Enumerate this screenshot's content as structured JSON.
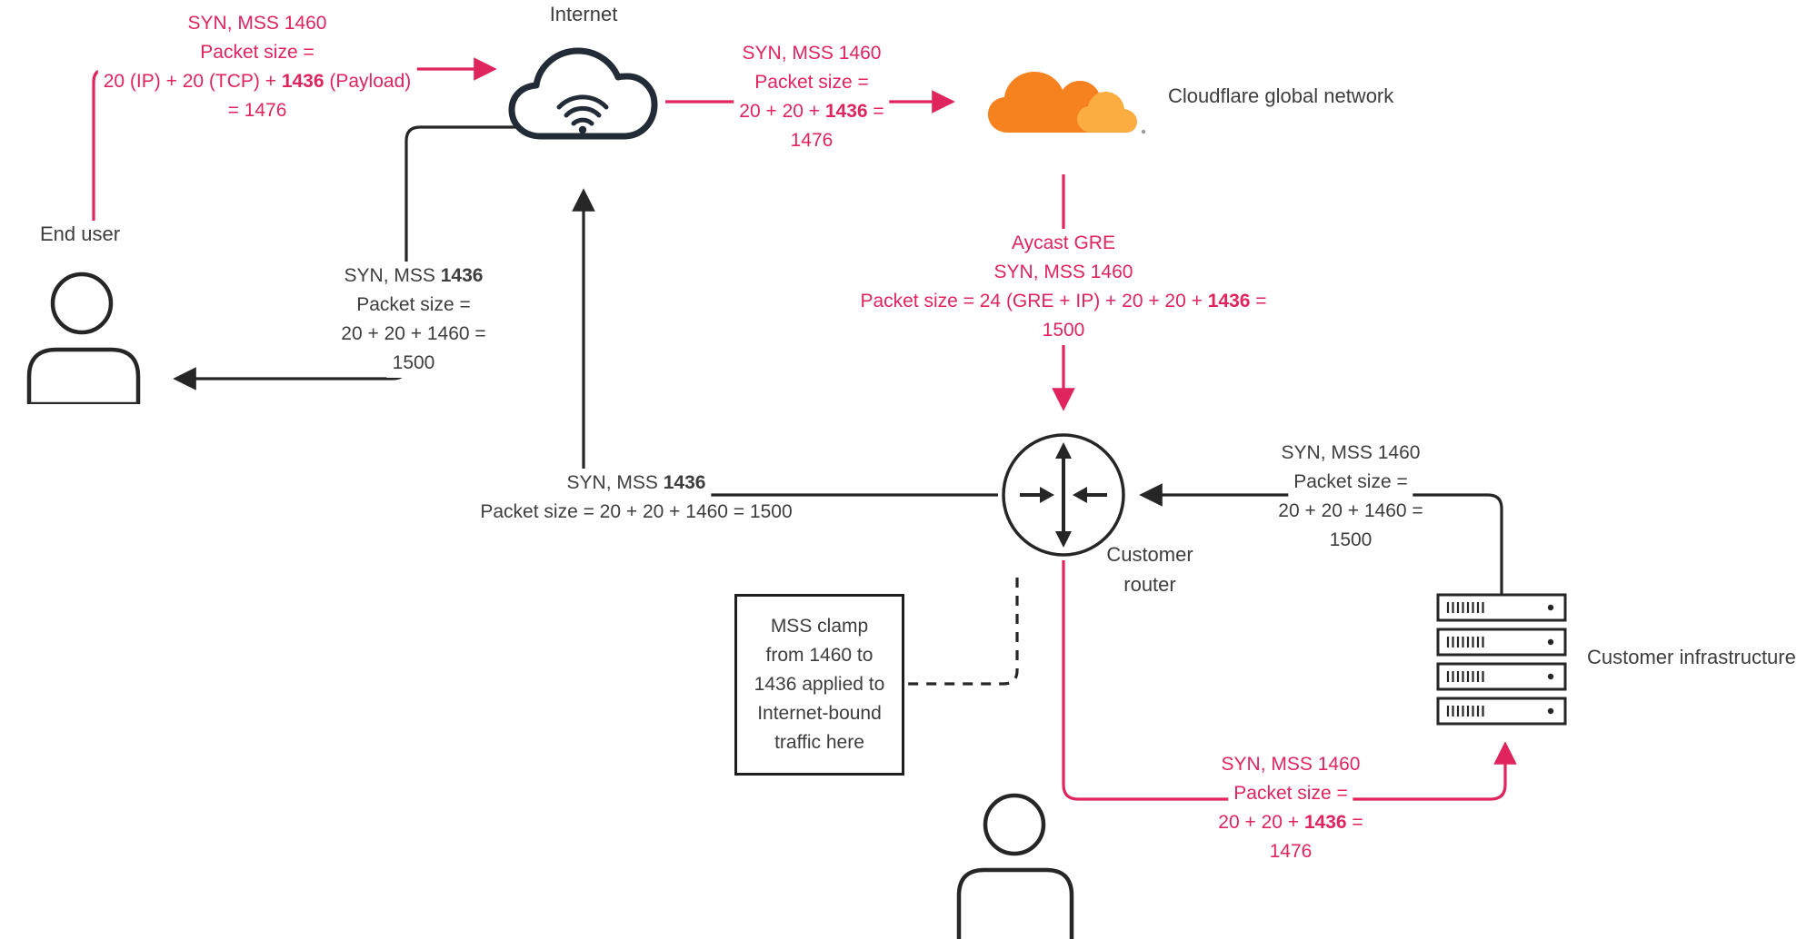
{
  "colors": {
    "pink": "#E0245E",
    "ink": "#3D3D3D",
    "line": "#262626",
    "cloud": "#222B36",
    "cf_orange": "#F6821F",
    "cf_orange_light": "#FBAD41"
  },
  "labels": {
    "internet": "Internet",
    "cloudflare": "Cloudflare global network",
    "end_user": "End user",
    "customer_router": [
      "Customer",
      "router"
    ],
    "customer_infrastructure": "Customer infrastructure"
  },
  "annotations": {
    "user_to_internet": [
      "SYN, MSS 1460",
      "Packet size =",
      "20 (IP) + 20 (TCP) + **1436** (Payload)",
      "= 1476"
    ],
    "internet_to_cloudflare": [
      "SYN, MSS 1460",
      "Packet size =",
      "20 + 20 + **1436** =",
      "1476"
    ],
    "cloudflare_to_router": [
      "Aycast GRE",
      "SYN, MSS 1460",
      "Packet size = 24 (GRE + IP) + 20 + 20 + **1436** =",
      "1500"
    ],
    "internet_to_user": [
      "SYN, MSS **1436**",
      "Packet size =",
      "20 + 20 + 1460 =",
      "1500"
    ],
    "router_to_internet": [
      "SYN, MSS **1436**",
      "Packet size = 20 + 20 + 1460 = 1500"
    ],
    "infrastructure_to_router": [
      "SYN, MSS 1460",
      "Packet size =",
      "20 + 20 + 1460 =",
      "1500"
    ],
    "router_to_infrastructure": [
      "SYN, MSS 1460",
      "Packet size =",
      "20 + 20 + **1436** =",
      "1476"
    ],
    "mss_clamp_note": [
      "MSS clamp",
      "from 1460 to",
      "1436 applied to",
      "Internet-bound",
      "traffic here"
    ]
  }
}
